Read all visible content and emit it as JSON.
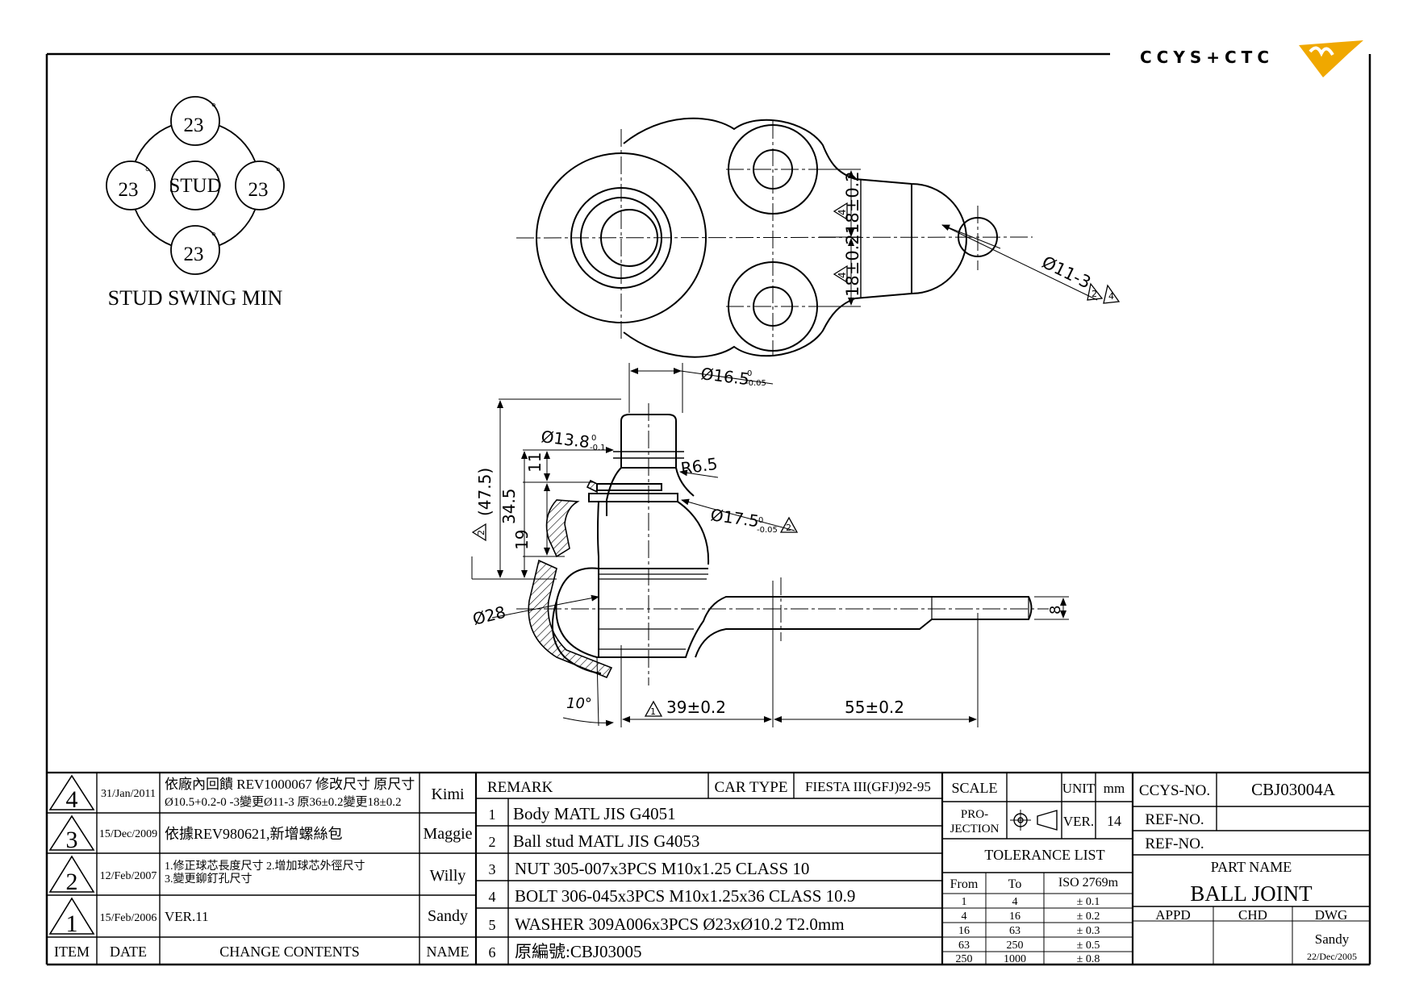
{
  "logo": {
    "text": "CCYS+CTC",
    "accent_color": "#f0a800"
  },
  "swing": {
    "center": "STUD",
    "angles": [
      "23",
      "23",
      "23",
      "23"
    ],
    "degree_mark": "°",
    "caption": "STUD SWING MIN"
  },
  "dims": {
    "hole": "Ø11-3",
    "hole_notes": [
      "2",
      "4"
    ],
    "upper_18": "18±0.2",
    "lower_18": "18±0.2",
    "upper_18_note": "4",
    "lower_18_note": "4",
    "stud_top_dia": "Ø16.5",
    "stud_top_tol_a": "0",
    "stud_top_tol_b": "-0.05",
    "neck_dia": "Ø13.8",
    "neck_tol_a": "0",
    "neck_tol_b": "-0.1",
    "radius": "R6.5",
    "boot_dia": "Ø17.5",
    "boot_tol_a": "0",
    "boot_tol_b": "-0.05",
    "boot_note": "2",
    "height_total": "(47.5)",
    "height_total_note": "2",
    "height_34": "34.5",
    "height_11": "11",
    "height_19": "19",
    "ball_dia": "Ø28",
    "arm_thickness": "8",
    "angle": "10°",
    "len_39": "39±0.2",
    "len_39_note": "1",
    "len_55": "55±0.2"
  },
  "revisions": [
    {
      "rev": "4",
      "date": "31/Jan/2011",
      "content_lines": [
        "依廠內回饋 REV1000067 修改尺寸 原尺寸",
        "Ø10.5+0.2-0 -3變更Ø11-3 原36±0.2變更18±0.2"
      ],
      "name": "Kimi"
    },
    {
      "rev": "3",
      "date": "15/Dec/2009",
      "content_lines": [
        "依據REV980621,新增螺絲包"
      ],
      "name": "Maggie"
    },
    {
      "rev": "2",
      "date": "12/Feb/2007",
      "content_lines": [
        "1.修正球芯長度尺寸 2.增加球芯外徑尺寸",
        "3.變更鉚釘孔尺寸"
      ],
      "name": "Willy"
    },
    {
      "rev": "1",
      "date": "15/Feb/2006",
      "content_lines": [
        "VER.11"
      ],
      "name": "Sandy"
    }
  ],
  "rev_headers": {
    "item": "ITEM",
    "date": "DATE",
    "contents": "CHANGE CONTENTS",
    "name": "NAME"
  },
  "remark": {
    "label": "REMARK",
    "car_type_label": "CAR TYPE",
    "car_type": "FIESTA III(GFJ)92-95",
    "items": [
      {
        "no": "1",
        "text": "Body MATL JIS G4051"
      },
      {
        "no": "2",
        "text": "Ball stud MATL JIS G4053"
      },
      {
        "no": "3",
        "text": "NUT 305-007x3PCS M10x1.25 CLASS 10"
      },
      {
        "no": "4",
        "text": "BOLT 306-045x3PCS M10x1.25x36 CLASS 10.9"
      },
      {
        "no": "5",
        "text": "WASHER 309A006x3PCS Ø23xØ10.2 T2.0mm"
      },
      {
        "no": "6",
        "text": "原編號:CBJ03005"
      }
    ]
  },
  "info": {
    "scale_label": "SCALE",
    "scale_value": "",
    "unit_label": "UNIT",
    "unit_value": "mm",
    "projection_label_1": "PRO-",
    "projection_label_2": "JECTION",
    "ver_label": "VER.",
    "ver_value": "14",
    "tolerance_title": "TOLERANCE LIST",
    "tol_headers": [
      "From",
      "To",
      "ISO 2769m"
    ],
    "tol_rows": [
      [
        "1",
        "4",
        "± 0.1"
      ],
      [
        "4",
        "16",
        "± 0.2"
      ],
      [
        "16",
        "63",
        "± 0.3"
      ],
      [
        "63",
        "250",
        "± 0.5"
      ],
      [
        "250",
        "1000",
        "± 0.8"
      ]
    ],
    "ccys_no_label": "CCYS-NO.",
    "ccys_no": "CBJ03004A",
    "ref_no_label_1": "REF-NO.",
    "ref_no_label_2": "REF-NO.",
    "part_name_label": "PART NAME",
    "part_name": "BALL JOINT",
    "appd": "APPD",
    "chd": "CHD",
    "dwg": "DWG",
    "drawer": "Sandy",
    "drawn_date": "22/Dec/2005"
  }
}
